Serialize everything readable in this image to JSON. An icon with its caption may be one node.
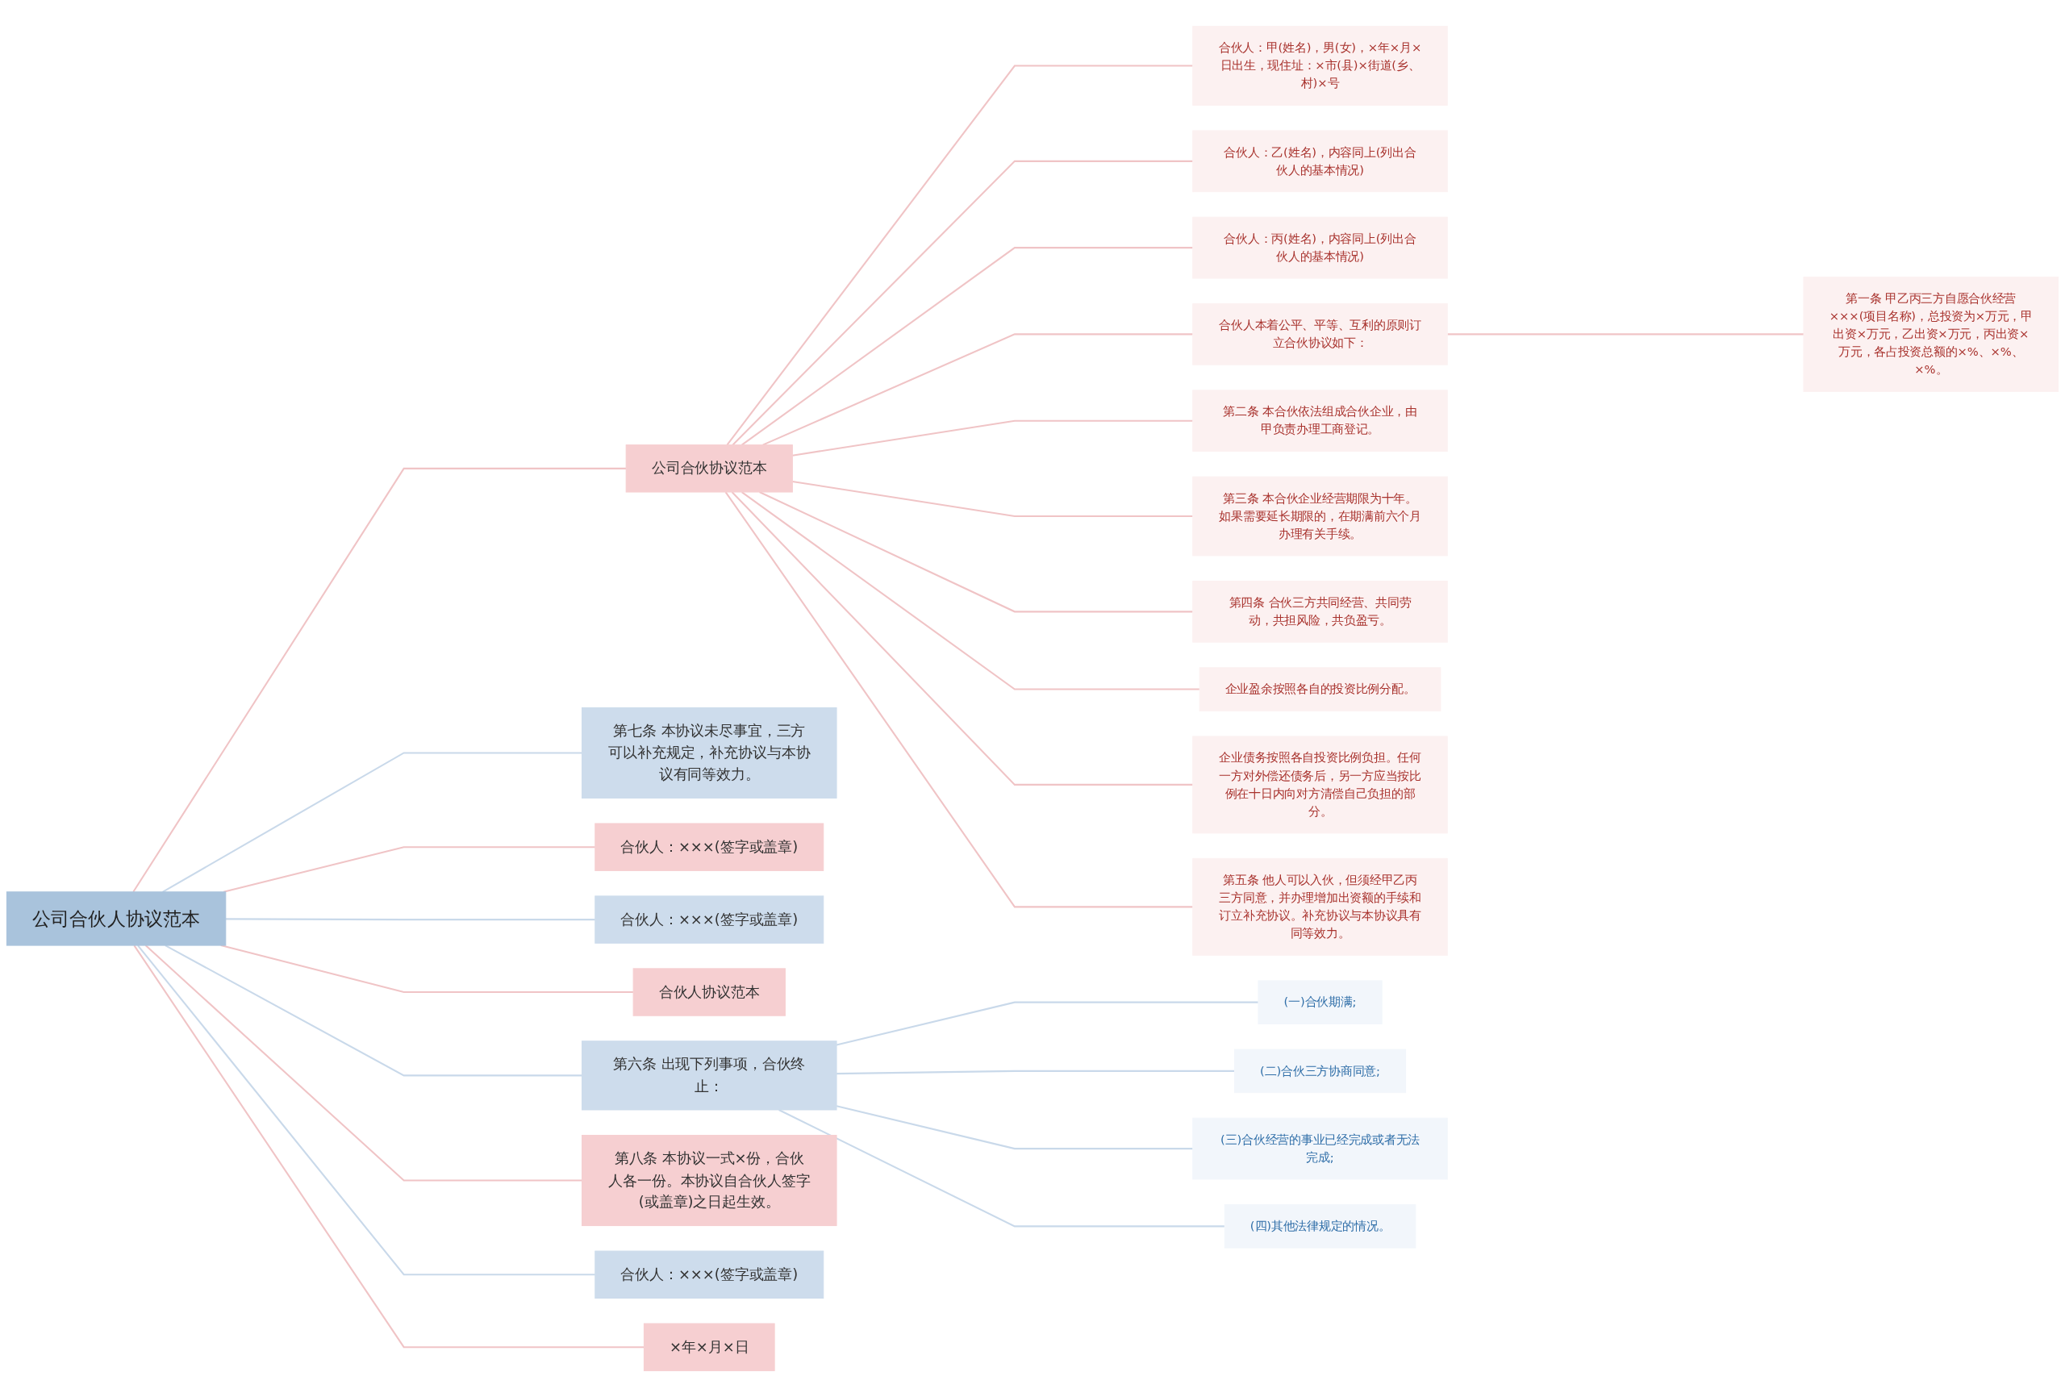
{
  "diagram": {
    "nodes": [
      {
        "text": [
          "公司合伙人协议范本"
        ]
      },
      {
        "text": [
          "公司合伙协议范本"
        ]
      },
      {
        "text": [
          "合伙人：甲(姓名)，男(女)，×年×月×日出生，现住址：×市(县)×街道(乡、村)×号"
        ]
      },
      {
        "text": [
          "合伙人：乙(姓名)，内容同上(列出合伙人的基本情况)"
        ]
      },
      {
        "text": [
          "合伙人：丙(姓名)，内容同上(列出合伙人的基本情况)"
        ]
      },
      {
        "text": [
          "合伙人本着公平、平等、互利的原则订立合伙协议如下："
        ]
      },
      {
        "text": [
          "第一条 甲乙丙三方自愿合伙经营×××(项目名称)，总投资为×万元，甲出资×万元，乙出资×万元，丙出资×万元，各占投资总额的×%、×%、×%。"
        ]
      },
      {
        "text": [
          "第二条 本合伙依法组成合伙企业，由甲负责办理工商登记。"
        ]
      },
      {
        "text": [
          "第三条 本合伙企业经营期限为十年。如果需要延长期限的，在期满前六个月办理有关手续。"
        ]
      },
      {
        "text": [
          "第四条 合伙三方共同经营、共同劳动，共担风险，共负盈亏。"
        ]
      },
      {
        "text": [
          "企业盈余按照各自的投资比例分配。"
        ]
      },
      {
        "text": [
          "企业债务按照各自投资比例负担。任何一方对外偿还债务后，另一方应当按比例在十日内向对方清偿自己负担的部分。"
        ]
      },
      {
        "text": [
          "第五条 他人可以入伙，但须经甲乙丙三方同意，并办理增加出资额的手续和订立补充协议。补充协议与本协议具有同等效力。"
        ]
      },
      {
        "text": [
          "第七条 本协议未尽事宜，三方可以补充规定，补充协议与本协议有同等效力。"
        ]
      },
      {
        "text": [
          "合伙人：×××(签字或盖章)"
        ]
      },
      {
        "text": [
          "合伙人：×××(签字或盖章)"
        ]
      },
      {
        "text": [
          "合伙人协议范本"
        ]
      },
      {
        "text": [
          "第六条 出现下列事项，合伙终止："
        ]
      },
      {
        "text": [
          "(一)合伙期满;"
        ]
      },
      {
        "text": [
          "(二)合伙三方协商同意;"
        ]
      },
      {
        "text": [
          "(三)合伙经营的事业已经完成或者无法完成;"
        ]
      },
      {
        "text": [
          "(四)其他法律规定的情况。"
        ]
      },
      {
        "text": [
          "第八条 本协议一式×份，合伙人各一份。本协议自合伙人签字(或盖章)之日起生效。"
        ]
      },
      {
        "text": [
          "合伙人：×××(签字或盖章)"
        ]
      },
      {
        "text": [
          "×年×月×日"
        ]
      }
    ],
    "edges": [
      {
        "from": 0,
        "to": 1,
        "arrow": "none"
      },
      {
        "from": 1,
        "to": 2,
        "arrow": "none"
      },
      {
        "from": 1,
        "to": 3,
        "arrow": "none"
      },
      {
        "from": 1,
        "to": 4,
        "arrow": "none"
      },
      {
        "from": 1,
        "to": 5,
        "arrow": "none"
      },
      {
        "from": 5,
        "to": 6,
        "arrow": "none"
      },
      {
        "from": 1,
        "to": 7,
        "arrow": "none"
      },
      {
        "from": 1,
        "to": 8,
        "arrow": "none"
      },
      {
        "from": 1,
        "to": 9,
        "arrow": "none"
      },
      {
        "from": 1,
        "to": 10,
        "arrow": "none"
      },
      {
        "from": 1,
        "to": 11,
        "arrow": "none"
      },
      {
        "from": 1,
        "to": 12,
        "arrow": "none"
      },
      {
        "from": 0,
        "to": 13,
        "arrow": "none",
        "color": "#c9d9ea"
      },
      {
        "from": 0,
        "to": 14,
        "arrow": "none"
      },
      {
        "from": 0,
        "to": 15,
        "arrow": "none",
        "color": "#c9d9ea"
      },
      {
        "from": 0,
        "to": 16,
        "arrow": "none"
      },
      {
        "from": 0,
        "to": 17,
        "arrow": "none",
        "color": "#c9d9ea"
      },
      {
        "from": 17,
        "to": 18,
        "arrow": "none",
        "color": "#c9d9ea"
      },
      {
        "from": 17,
        "to": 19,
        "arrow": "none",
        "color": "#c9d9ea"
      },
      {
        "from": 17,
        "to": 20,
        "arrow": "none",
        "color": "#c9d9ea"
      },
      {
        "from": 17,
        "to": 21,
        "arrow": "none",
        "color": "#c9d9ea"
      },
      {
        "from": 0,
        "to": 22,
        "arrow": "none"
      },
      {
        "from": 0,
        "to": 23,
        "arrow": "none",
        "color": "#c9d9ea"
      },
      {
        "from": 0,
        "to": 24,
        "arrow": "none"
      }
    ]
  }
}
